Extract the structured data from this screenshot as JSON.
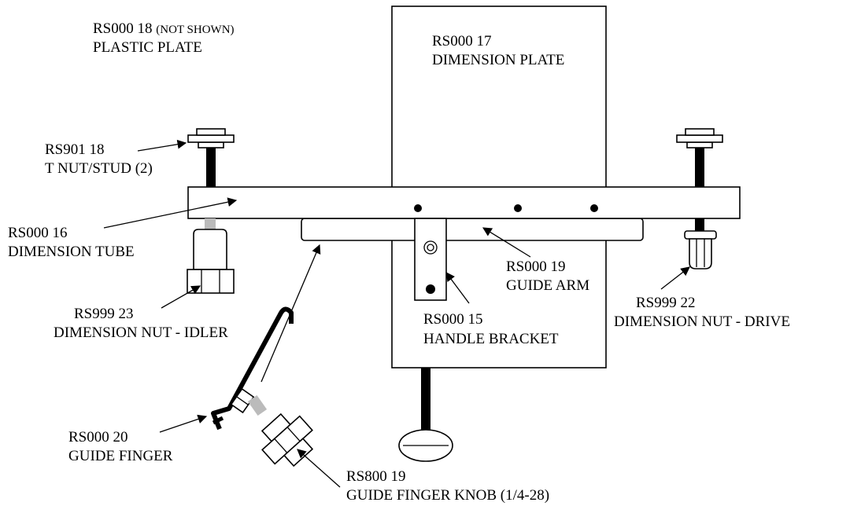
{
  "labels": {
    "plastic_plate": {
      "part": "RS000 18",
      "note": "(NOT SHOWN)",
      "name": "PLASTIC PLATE"
    },
    "dimension_plate": {
      "part": "RS000 17",
      "name": "DIMENSION PLATE"
    },
    "t_nut_stud": {
      "part": "RS901 18",
      "name": "T NUT/STUD (2)"
    },
    "dimension_tube": {
      "part": "RS000 16",
      "name": "DIMENSION TUBE"
    },
    "guide_arm": {
      "part": "RS000 19",
      "name": "GUIDE ARM"
    },
    "dimension_nut_idler": {
      "part": "RS999 23",
      "name": "DIMENSION NUT - IDLER"
    },
    "handle_bracket": {
      "part": "RS000 15",
      "name": "HANDLE BRACKET"
    },
    "dimension_nut_drive": {
      "part": "RS999 22",
      "name": "DIMENSION NUT - DRIVE"
    },
    "guide_finger": {
      "part": "RS000 20",
      "name": "GUIDE FINGER"
    },
    "guide_finger_knob": {
      "part": "RS800 19",
      "name": "GUIDE FINGER KNOB (1/4-28)"
    }
  }
}
